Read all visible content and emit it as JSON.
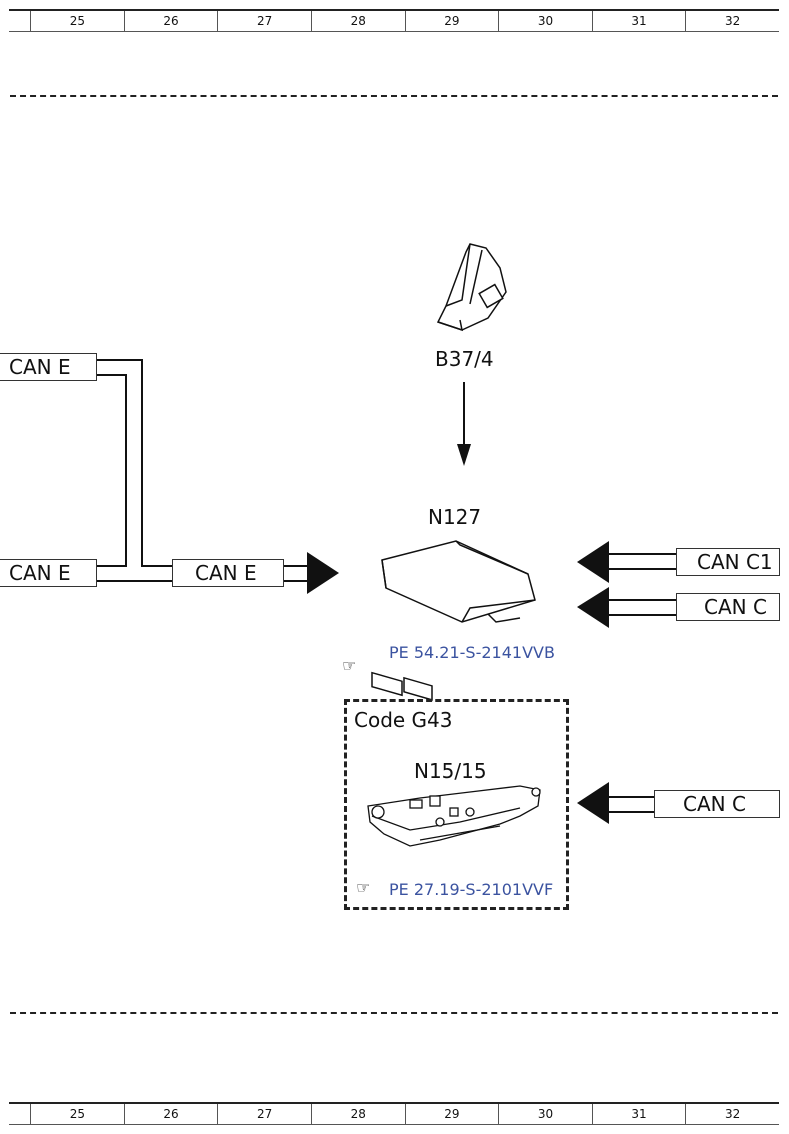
{
  "ruler_top": {
    "cells": [
      "25",
      "26",
      "27",
      "28",
      "29",
      "30",
      "31",
      "32"
    ]
  },
  "ruler_bottom": {
    "cells": [
      "25",
      "26",
      "27",
      "28",
      "29",
      "30",
      "31",
      "32"
    ]
  },
  "components": {
    "pedal": {
      "label": "B37/4"
    },
    "controller": {
      "label": "N127",
      "ref": "PE 54.21-S-2141VVB"
    },
    "code_box": {
      "title": "Code G43",
      "module_label": "N15/15",
      "ref": "PE 27.19-S-2101VVF"
    }
  },
  "connections": {
    "left_top": "CAN E",
    "left_bottom": "CAN E",
    "middle": "CAN E",
    "right_1": "CAN C1",
    "right_2": "CAN C",
    "right_3": "CAN C"
  }
}
